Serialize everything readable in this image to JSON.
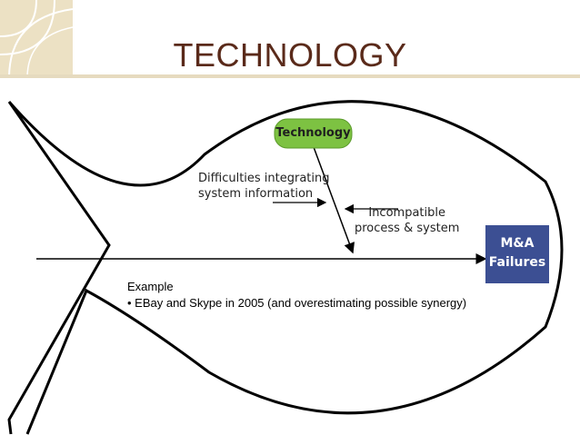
{
  "slide": {
    "title": "TECHNOLOGY",
    "corner_decoration": "beige-diamond-pattern"
  },
  "diagram": {
    "category_box": {
      "label": "Technology",
      "color": "#7dc242"
    },
    "cause_1": {
      "line1": "Difficulties integrating",
      "line2": "system information"
    },
    "cause_2": {
      "line1": "Incompatible",
      "line2": "process & system"
    },
    "effect_box": {
      "line1": "M&A",
      "line2": "Failures",
      "color": "#3c4f93"
    }
  },
  "example": {
    "heading": "Example",
    "bullet": "• EBay and Skype in 2005 (and overestimating possible synergy)"
  }
}
